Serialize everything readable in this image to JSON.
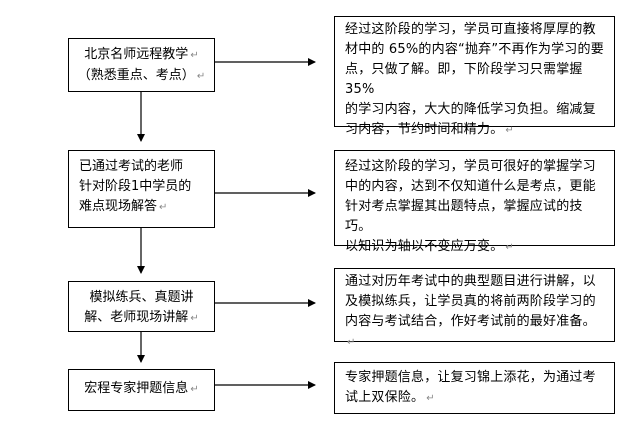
{
  "colors": {
    "border": "#000000",
    "background": "#ffffff",
    "paragraph_mark": "#888888"
  },
  "paragraph_mark": "↵",
  "steps": [
    {
      "left": [
        "北京名师远程教学",
        "（熟悉重点、考点）"
      ],
      "right": [
        "经过这阶段的学习，学员可直接将厚厚的教",
        "材中的 65%的内容“抛弃”不再作为学习的要",
        "点，只做了解。即，下阶段学习只需掌握 35%",
        "的学习内容，大大的降低学习负担。缩减复",
        "习内容，节约时间和精力。"
      ]
    },
    {
      "left": [
        "已通过考试的老师",
        "针对阶段1中学员的",
        "难点现场解答"
      ],
      "right": [
        "经过这阶段的学习，学员可很好的掌握学习",
        "中的内容，达到不仅知道什么是考点，更能",
        "针对考点掌握其出题特点，掌握应试的技巧。",
        "以知识为轴以不变应万变。"
      ]
    },
    {
      "left": [
        "模拟练兵、真题讲",
        "解、老师现场讲解"
      ],
      "right": [
        "通过对历年考试中的典型题目进行讲解，以",
        "及模拟练兵，让学员真的将前两阶段学习的",
        "内容与考试结合，作好考试前的最好准备。"
      ]
    },
    {
      "left": [
        "宏程专家押题信息"
      ],
      "right": [
        "专家押题信息，让复习锦上添花，为通过考",
        "试上双保险。"
      ]
    }
  ]
}
